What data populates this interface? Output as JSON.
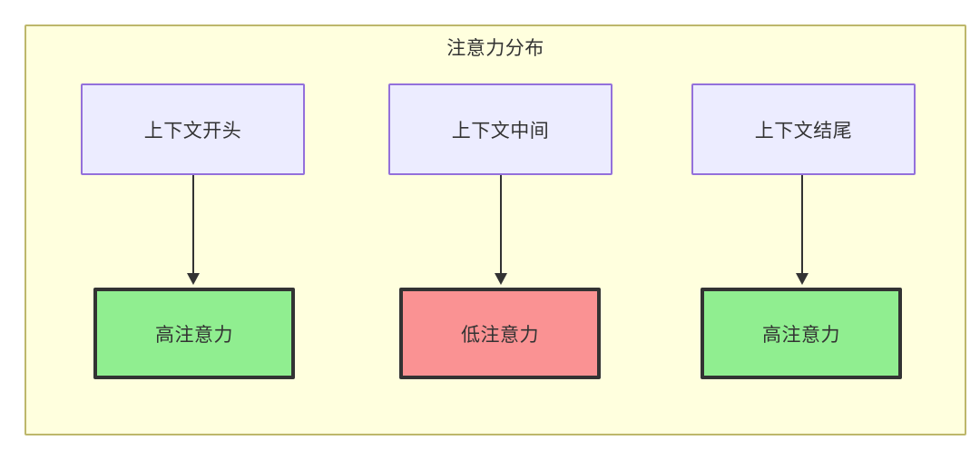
{
  "diagram": {
    "title": "注意力分布",
    "background_color": "#ffffff",
    "cluster": {
      "fill": "#ffffde",
      "stroke": "#bdb76b"
    },
    "columns": [
      {
        "source": {
          "label": "上下文开头",
          "fill": "#ececff",
          "stroke": "#9370db"
        },
        "target": {
          "label": "高注意力",
          "fill": "#90ee90",
          "stroke": "#333333"
        },
        "edge": {
          "name": "arrow-down",
          "color": "#333333"
        }
      },
      {
        "source": {
          "label": "上下文中间",
          "fill": "#ececff",
          "stroke": "#9370db"
        },
        "target": {
          "label": "低注意力",
          "fill": "#fa9293",
          "stroke": "#333333"
        },
        "edge": {
          "name": "arrow-down",
          "color": "#333333"
        }
      },
      {
        "source": {
          "label": "上下文结尾",
          "fill": "#ececff",
          "stroke": "#9370db"
        },
        "target": {
          "label": "高注意力",
          "fill": "#90ee90",
          "stroke": "#333333"
        },
        "edge": {
          "name": "arrow-down",
          "color": "#333333"
        }
      }
    ]
  }
}
